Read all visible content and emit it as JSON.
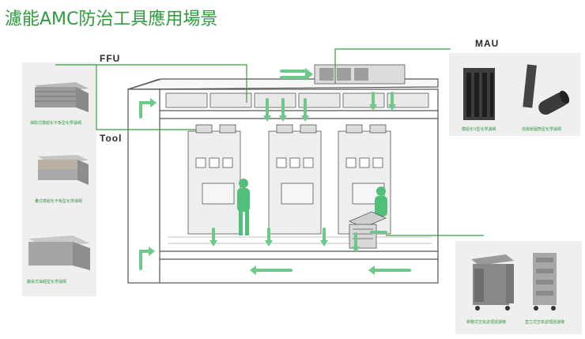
{
  "title": "濾能AMC防治工具應用場景",
  "labels": {
    "ffu": "FFU",
    "tool": "Tool",
    "mau": "MAU"
  },
  "products_left": [
    "抽取式模組化平板型化學濾網",
    "疊式模組化平板型化學濾網",
    "擴張式抽屜型化學濾網"
  ],
  "products_mau": [
    "模組化V型化學濾網",
    "低靜壓圓筒型化學濾網"
  ],
  "products_tool": [
    "移動式空氣處理過濾機",
    "直立式空氣處理過濾機"
  ],
  "colors": {
    "accent": "#2e9a3e",
    "arrow": "#6cc98a",
    "line": "#3a9a44"
  }
}
